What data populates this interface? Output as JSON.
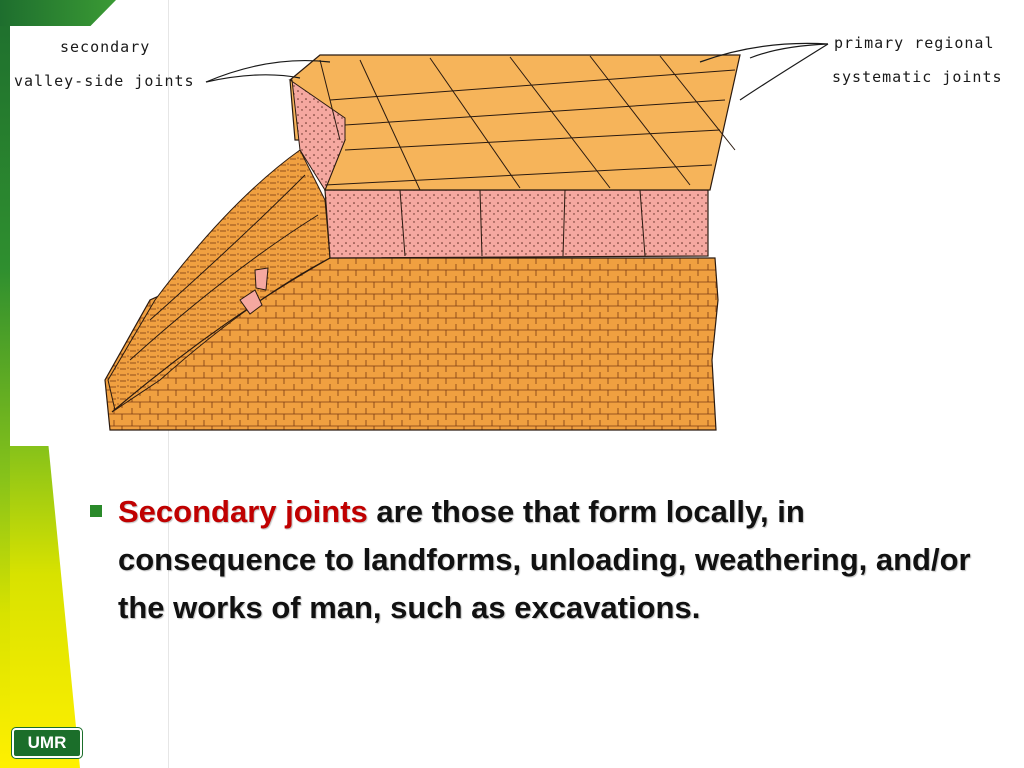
{
  "diagram": {
    "labels": {
      "secondary_line1": "secondary",
      "secondary_line2": "valley-side joints",
      "primary_line1": "primary regional",
      "primary_line2": "systematic joints"
    },
    "colors": {
      "orange_rock": "#f2a23c",
      "orange_deep": "#e2892a",
      "pink_rock": "#f5a8a0",
      "top_surface": "#f6b45a",
      "line": "#2a1a10"
    }
  },
  "bullet": {
    "highlight": "Secondary joints",
    "text": " are those that form locally, in consequence to landforms, unloading, weathering, and/or the works of man, such as excavations."
  },
  "logo": {
    "text": "UMR"
  },
  "theme": {
    "accent_green": "#1b6e2a",
    "accent_yellow": "#fff000",
    "highlight_red": "#c00000"
  }
}
